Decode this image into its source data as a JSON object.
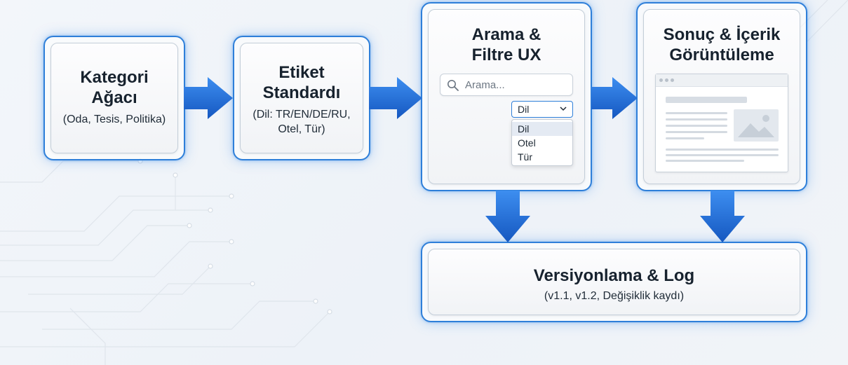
{
  "nodes": {
    "kategori": {
      "title_line1": "Kategori",
      "title_line2": "Ağacı",
      "subtitle": "(Oda, Tesis, Politika)"
    },
    "etiket": {
      "title_line1": "Etiket",
      "title_line2": "Standardı",
      "subtitle_line1": "(Dil: TR/EN/DE/RU,",
      "subtitle_line2": "Otel, Tür)"
    },
    "arama": {
      "title_line1": "Arama &",
      "title_line2": "Filtre UX",
      "search_placeholder": "Arama...",
      "select_value": "Dil",
      "options": [
        "Dil",
        "Otel",
        "Tür"
      ]
    },
    "sonuc": {
      "title_line1": "Sonuç & İçerik",
      "title_line2": "Görüntüleme"
    },
    "versiyon": {
      "title": "Versiyonlama & Log",
      "subtitle": "(v1.1, v1.2, Değişiklik kaydı)"
    }
  },
  "icons": {
    "search": "search-icon",
    "chevron": "chevron-down-icon",
    "image": "image-placeholder-icon"
  },
  "colors": {
    "accent": "#2e7fd9",
    "arrow": "#1f6fd6",
    "background": "#eef2f7"
  }
}
